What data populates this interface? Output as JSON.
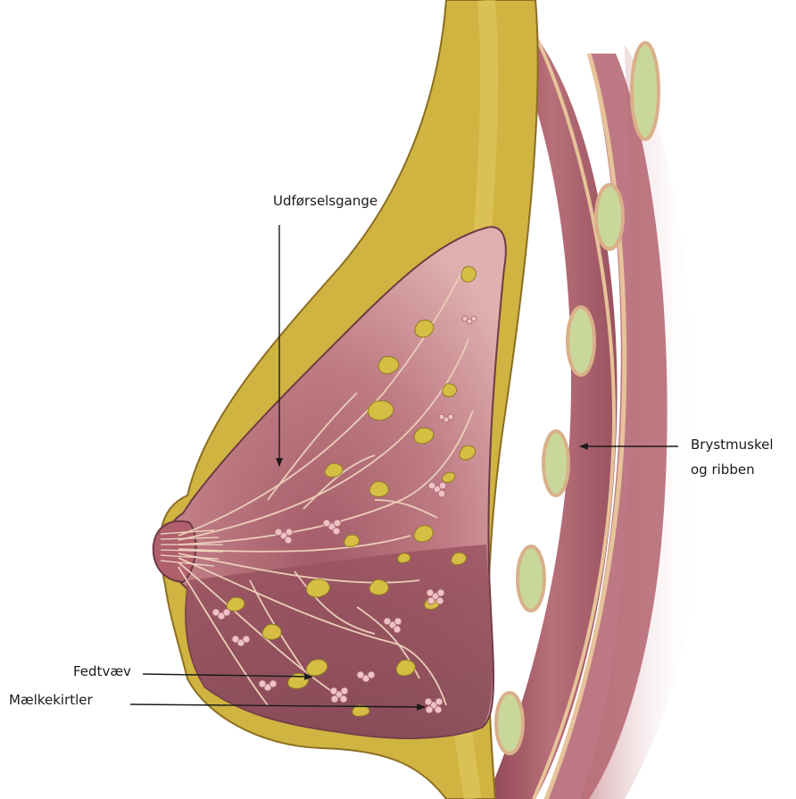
{
  "labels": {
    "ducts": "Udførselsgange",
    "muscle_line1": "Brystmuskel",
    "muscle_line2": "og ribben",
    "fat": "Fedtvæv",
    "glands": "Mælkekirtler"
  },
  "colors": {
    "fat_tissue": "#cdb33e",
    "fat_light": "#e2c95a",
    "gland_tissue": "#c4848a",
    "gland_dark": "#8d4e5a",
    "muscle": "#a85a66",
    "rib": "#c9d69a",
    "leader_line": "#1a1a1a"
  },
  "icons": {
    "arrow": "arrow-head"
  }
}
